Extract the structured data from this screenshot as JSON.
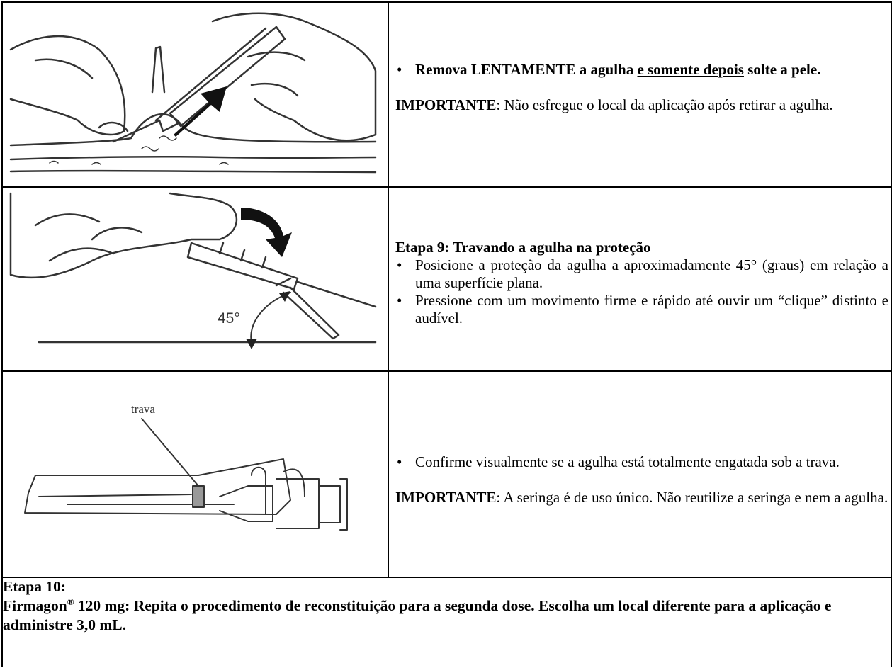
{
  "row1": {
    "bullet_bold_a": "Remova LENTAMENTE a agulha ",
    "bullet_bold_underlined": "e somente depois",
    "bullet_bold_b": " solte a pele.",
    "important_label": "IMPORTANTE",
    "important_text": ": Não esfregue o local da aplicação após retirar a agulha."
  },
  "row2": {
    "step_title": "Etapa 9: Travando a agulha na proteção",
    "bullets": [
      "Posicione a proteção da agulha a aproximadamente 45° (graus) em relação a uma superfície plana.",
      "Pressione com um movimento firme e rápido até ouvir um “clique” distinto e audível."
    ],
    "angle_label": "45°"
  },
  "row3": {
    "bullet": "Confirme visualmente se a agulha está totalmente engatada sob a trava.",
    "important_label": "IMPORTANTE",
    "important_text": ": A seringa é de uso único. Não reutilize a seringa e nem a agulha.",
    "lock_label": "trava"
  },
  "bottom": {
    "step_title": "Etapa 10:",
    "product": "Firmagon",
    "reg_mark": "®",
    "text": " 120 mg:  Repita o procedimento de reconstituição para a segunda dose. Escolha um local diferente para a aplicação e administre 3,0 mL."
  }
}
